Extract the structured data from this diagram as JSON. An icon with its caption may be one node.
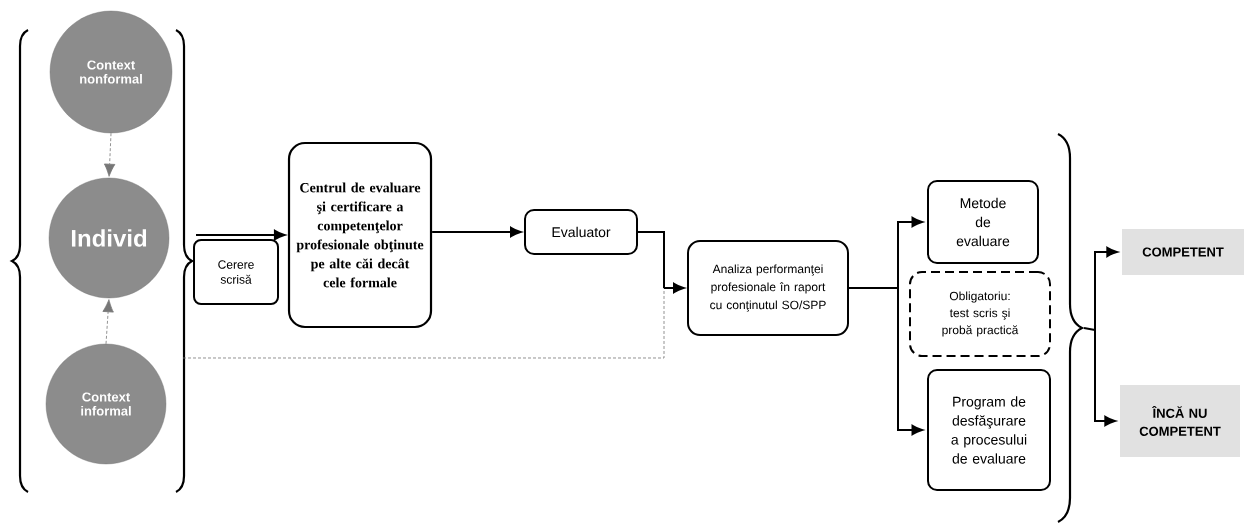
{
  "diagram": {
    "nodes": [
      {
        "text": [
          "Context nonformal"
        ]
      },
      {
        "text": [
          "Individ"
        ]
      },
      {
        "text": [
          "Context informal"
        ]
      },
      {
        "text": [
          "Cerere scrisă"
        ]
      },
      {
        "text": [
          "Centrul de evaluare şi certificare a competenţelor profesionale obţinute pe alte căi decât cele formale"
        ]
      },
      {
        "text": [
          "Evaluator"
        ]
      },
      {
        "text": [
          "Analiza performanţei profesionale în raport cu conţinutul SO/SPP"
        ]
      },
      {
        "text": [
          "Metode de evaluare"
        ]
      },
      {
        "text": [
          "Obligatoriu: test scris şi probă practică"
        ]
      },
      {
        "text": [
          "Program de desfăşurare a procesului de evaluare"
        ]
      },
      {
        "text": [
          "COMPETENT"
        ]
      },
      {
        "text": [
          "ÎNCĂ NU COMPETENT"
        ]
      },
      {
        "text": [],
        "shape": "brace"
      }
    ],
    "edges": [
      {
        "from": 0,
        "to": 1,
        "arrow": "to",
        "style": "dashed",
        "color": "#777777"
      },
      {
        "from": 2,
        "to": 1,
        "arrow": "to",
        "style": "dashed",
        "color": "#777777"
      },
      {
        "from": 3,
        "to": 4,
        "arrow": "to"
      },
      {
        "from": 4,
        "to": 5,
        "arrow": "to"
      },
      {
        "from": null,
        "to": 6,
        "arrow": "to",
        "style": "dashed",
        "color": "#777777"
      },
      {
        "from": 5,
        "to": 6,
        "arrow": "to"
      },
      {
        "from": 6,
        "to": 7,
        "arrow": "to"
      },
      {
        "from": 6,
        "to": 9,
        "arrow": "to"
      },
      {
        "from": 12,
        "to": 10,
        "arrow": "to"
      },
      {
        "from": 12,
        "to": 11,
        "arrow": "to"
      }
    ]
  }
}
